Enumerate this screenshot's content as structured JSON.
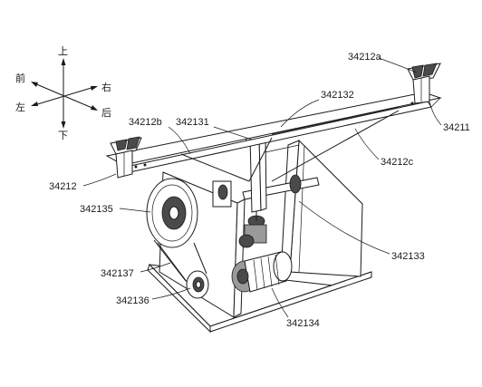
{
  "compass": {
    "up": "上",
    "down": "下",
    "front": "前",
    "rear": "后",
    "left": "左",
    "right": "右"
  },
  "labels": {
    "l_34212a": "34212a",
    "l_342132": "342132",
    "l_34211": "34211",
    "l_34212b": "34212b",
    "l_342131": "342131",
    "l_34212c": "34212c",
    "l_34212": "34212",
    "l_342135": "342135",
    "l_342133": "342133",
    "l_342137": "342137",
    "l_342136": "342136",
    "l_342134": "342134"
  }
}
